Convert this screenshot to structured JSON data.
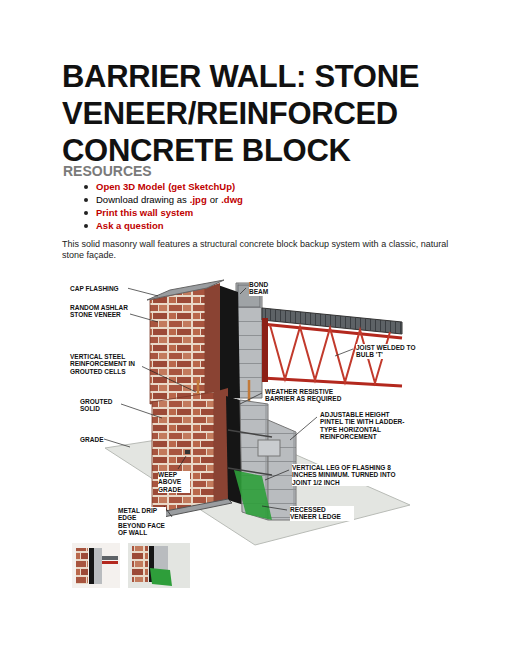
{
  "diagram": {
    "title": "BARRIER WALL: STONE VENEER/REINFORCED CONCRETE BLOCK",
    "labels": [
      "RESOURCES",
      "Open 3D Model",
      "(get SketchUp)",
      "Download drawing as",
      ".jpg",
      "or",
      ".dwg",
      "Print this wall system",
      "Ask a question",
      "This solid masonry wall features a structural concrete block backup system with a classic, natural stone façade.",
      "CAP FLASHING",
      "RANDOM ASHLAR STONE VENEER",
      "VERTICAL STEEL REINFORCEMENT IN GROUTED CELLS",
      "GROUTED SOLID",
      "GRADE",
      "WEEP ABOVE GRADE",
      "METAL DRIP EDGE BEYOND FACE OF WALL",
      "BOND BEAM",
      "JOIST WELDED TO BULB 'T'",
      "WEATHER RESISTIVE BARRIER AS REQUIRED",
      "ADJUSTABLE HEIGHT PINTEL TIE WITH LADDER-TYPE HORIZONTAL REINFORCEMENT",
      "VERTICAL LEG OF FLASHING 8 INCHES MINIMUM. TURNED INTO JOINT 1/2 INCH",
      "RECESSED VENEER LEDGE"
    ]
  }
}
